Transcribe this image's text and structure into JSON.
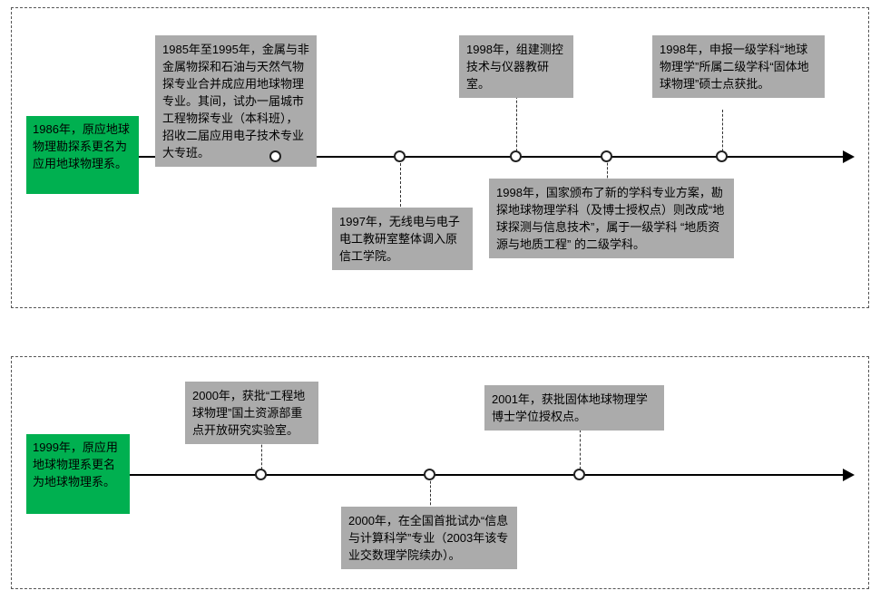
{
  "colors": {
    "start_box_green": "#00b050",
    "event_box_gray": "#ababab",
    "line_black": "#000000"
  },
  "panels": [
    {
      "start": {
        "text": "1986年，原应地球物理勘探系更名为应用地球物理系。"
      },
      "events": [
        {
          "position": "above",
          "text": "1985年至1995年，金属与非金属物探和石油与天然气物探专业合并成应用地球物理专业。其间，试办一届城市工程物探专业（本科班），招收二届应用电子技术专业大专班。"
        },
        {
          "position": "below",
          "text": "1997年，无线电与电子电工教研室整体调入原信工学院。"
        },
        {
          "position": "above",
          "text": "1998年，组建测控技术与仪器教研室。"
        },
        {
          "position": "below",
          "text": "1998年，国家颁布了新的学科专业方案，勘探地球物理学科（及博士授权点）则改成“地球探测与信息技术”，属于一级学科 “地质资源与地质工程” 的二级学科。"
        },
        {
          "position": "above",
          "text": "1998年，申报一级学科“地球物理学”所属二级学科“固体地球物理”硕士点获批。"
        }
      ]
    },
    {
      "start": {
        "text": "1999年，原应用地球物理系更名为地球物理系。"
      },
      "events": [
        {
          "position": "above",
          "text": "2000年，获批“工程地球物理”国土资源部重点开放研究实验室。"
        },
        {
          "position": "below",
          "text": "2000年，在全国首批试办“信息与计算科学”专业（2003年该专业交数理学院续办）。"
        },
        {
          "position": "above",
          "text": "2001年，获批固体地球物理学博士学位授权点。"
        }
      ]
    }
  ]
}
